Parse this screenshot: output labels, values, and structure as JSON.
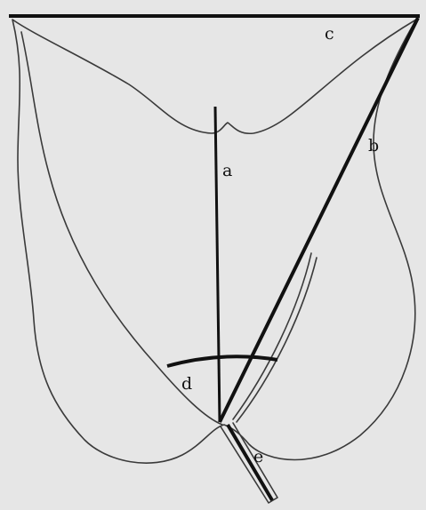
{
  "labels": {
    "a": "a",
    "b": "b",
    "c": "c",
    "d": "d",
    "e": "e"
  },
  "colors": {
    "background": "#e6e6e6",
    "leaf_outline": "#3a3a3a",
    "measure_lines": "#111111"
  }
}
